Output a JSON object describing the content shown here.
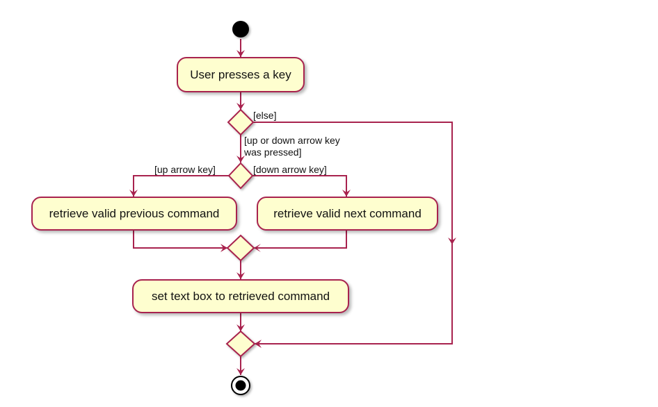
{
  "colors": {
    "line": "#a8224e",
    "node_fill": "#fefecf",
    "start": "#000000"
  },
  "nodes": {
    "key_press": "User presses a key",
    "prev_cmd": "retrieve valid previous command",
    "next_cmd": "retrieve valid next command",
    "set_text": "set text box to retrieved command"
  },
  "guards": {
    "else": "[else]",
    "arrow_line1": "[up or down arrow key",
    "arrow_line2": "was pressed]",
    "up": "[up arrow key]",
    "down": "[down arrow key]"
  }
}
